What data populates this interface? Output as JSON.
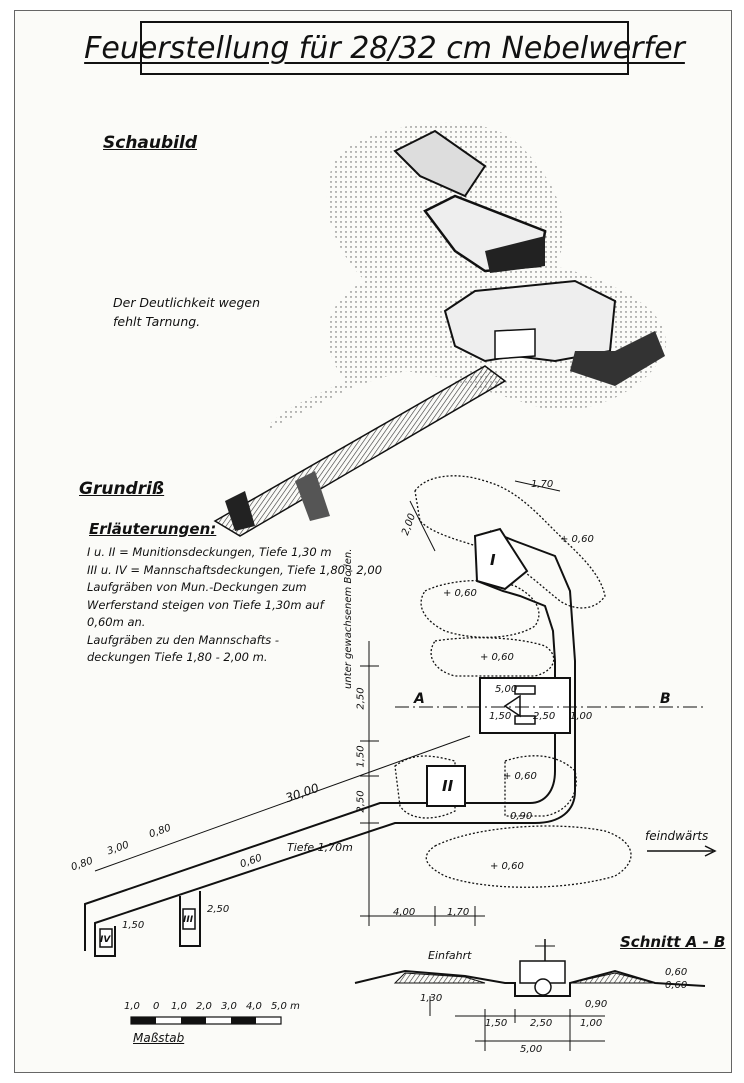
{
  "title": "Feuerstellung für 28/32 cm Nebelwerfer",
  "section_schaubild": {
    "heading": "Schaubild",
    "note_line1": "Der Deutlichkeit wegen",
    "note_line2": "fehlt Tarnung."
  },
  "section_grundriss": {
    "heading": "Grundriß",
    "legend_heading": "Erläuterungen:",
    "legend_lines": [
      "I u. II = Munitionsdeckungen, Tiefe 1,30 m",
      "III u. IV = Mannschaftsdeckungen, Tiefe 1,80 - 2,00",
      "Laufgräben von Mun.-Deckungen zum",
      "Werferstand steigen von Tiefe 1,30m auf",
      "0,60m an.",
      "Laufgräben zu den Mannschafts -",
      "deckungen  Tiefe 1,80 - 2,00 m."
    ],
    "vertical_note": "unter gewachsenem Boden."
  },
  "plan_labels": {
    "section_a": "A",
    "section_b": "B",
    "roman_1": "I",
    "roman_2": "II",
    "roman_3": "III",
    "roman_4": "IV",
    "plus_060": "+ 0,60",
    "trench_depth": "Tiefe 1,70m",
    "direction": "feindwärts"
  },
  "dimensions": {
    "d_170": "1,70",
    "d_200": "2,00",
    "d_500": "5,00",
    "d_250": "2,50",
    "d_150": "1,50",
    "d_100": "1,00",
    "d_090": "0,90",
    "d_3000": "30,00",
    "d_300": "3,00",
    "d_080": "0,80",
    "d_060": "0,60",
    "d_400": "4,00",
    "d_130": "1,30"
  },
  "schnitt": {
    "heading": "Schnitt A - B",
    "einfahrt": "Einfahrt"
  },
  "scale": {
    "ticks": [
      "1,0",
      "0",
      "1,0",
      "2,0",
      "3,0",
      "4,0",
      "5,0 m"
    ],
    "label": "Maßstab"
  }
}
